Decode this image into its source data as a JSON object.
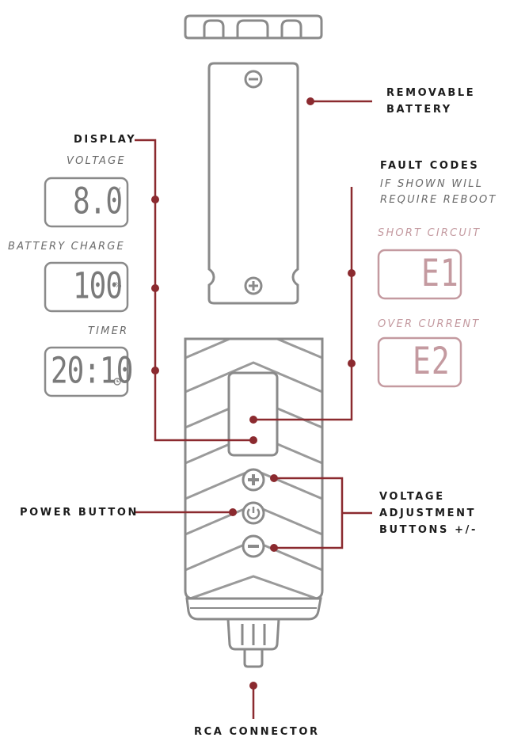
{
  "labels": {
    "removable_battery": [
      "REMOVABLE",
      "BATTERY"
    ],
    "display": "DISPLAY",
    "voltage": "VOLTAGE",
    "battery_charge": "BATTERY CHARGE",
    "timer": "TIMER",
    "fault_codes": "FAULT CODES",
    "fault_note": [
      "IF SHOWN WILL",
      "REQUIRE REBOOT"
    ],
    "short_circuit": "SHORT CIRCUIT",
    "over_current": "OVER CURRENT",
    "power_button": "POWER BUTTON",
    "voltage_adjustment": [
      "VOLTAGE",
      "ADJUSTMENT",
      "BUTTONS +/-"
    ],
    "rca_connector": "RCA CONNECTOR"
  },
  "readouts": {
    "voltage_value": "8.0",
    "voltage_unit": "V",
    "charge_value": "100",
    "charge_unit": "%",
    "timer_value": "20:10",
    "short_circuit_code": "E1",
    "over_current_code": "E2"
  },
  "colors": {
    "accent": "#8b2a2f",
    "outline": "#8a8a8a",
    "fault_outline": "#c49aa0"
  },
  "icons": {
    "battery_negative": "minus-circle-icon",
    "battery_positive": "plus-circle-icon",
    "power": "power-icon",
    "volume_up": "plus-circle-icon",
    "volume_down": "minus-circle-icon",
    "timer": "clock-icon"
  }
}
